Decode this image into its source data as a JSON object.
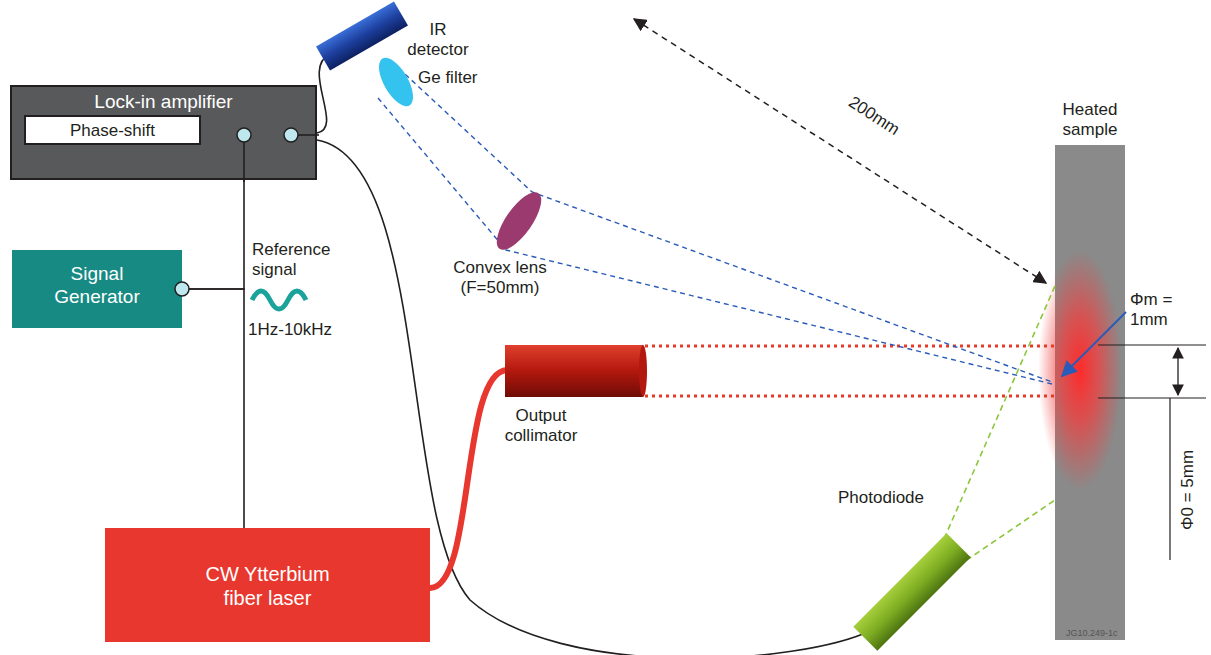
{
  "diagram": {
    "nodes": [
      {
        "text": [
          "Lock-in amplifier"
        ]
      },
      {
        "text": [
          "Phase-shift"
        ],
        "in": 0
      },
      {
        "text": [
          "Signal Generator"
        ]
      },
      {
        "text": [
          "CW Ytterbium fiber laser"
        ]
      }
    ],
    "edges": [
      {
        "from": 2,
        "to": 0,
        "arrow": "none"
      },
      {
        "from": 2,
        "to": 3,
        "arrow": "none"
      }
    ],
    "labels": [
      "IR detector",
      "Ge filter",
      "200mm",
      "Heated sample",
      "Convex lens (F=50mm)",
      "Φm = 1mm",
      "Reference signal",
      "1Hz-10kHz",
      "Output collimator",
      "Φ0 = 5mm",
      "Photodiode",
      "JG10.249-1c"
    ]
  }
}
